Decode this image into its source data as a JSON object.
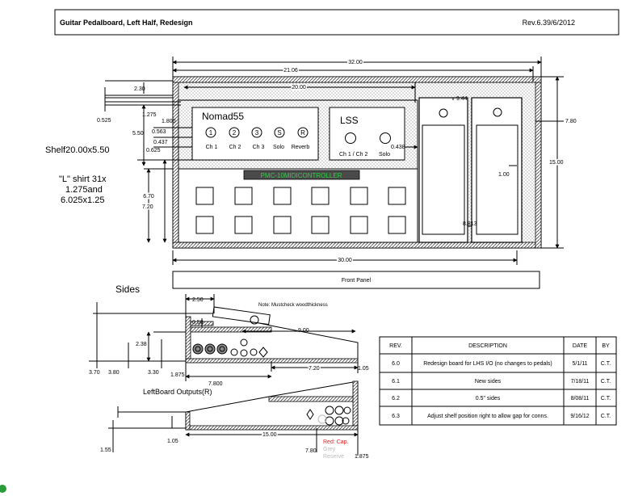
{
  "header": {
    "title": "Guitar Pedalboard, Left Half, Redesign",
    "revision": "Rev.6.39/6/2012"
  },
  "top_view": {
    "dims": {
      "overall_width": "32.00",
      "inner_width": "21.06",
      "shelf_width": "20.00",
      "top_offset": "2.30",
      "rail": "1.275",
      "left_a": "0.525",
      "left_b": "1.800",
      "left_c": "5.50",
      "left_d": "0.563",
      "left_e": "0.437",
      "left_f": "0.625",
      "lss_gap": "9.44",
      "lss_small": "0.438",
      "right_h": "7.80",
      "right_total": "15.00",
      "pedal_gap": "1.00",
      "pedal_width": "8.813",
      "lower_h1": "6.70",
      "lower_h2": "7.20",
      "bottom_width": "30.00"
    },
    "notes": {
      "shelf": "Shelf20.00x5.50",
      "lshirt_1": "\"L\" shirt 31x",
      "lshirt_2": "1.275and",
      "lshirt_3": "6.025x1.25"
    },
    "nomad": {
      "title": "Nomad55",
      "knobs": [
        {
          "symbol": "1",
          "label": "Ch 1"
        },
        {
          "symbol": "2",
          "label": "Ch 2"
        },
        {
          "symbol": "3",
          "label": "Ch 3"
        },
        {
          "symbol": "S",
          "label": "Solo"
        },
        {
          "symbol": "R",
          "label": "Reverb"
        }
      ]
    },
    "lss": {
      "title": "LSS",
      "label_a": "Ch 1 / Ch 2",
      "label_b": "Solo"
    },
    "controller": {
      "label": "PMC-10MIDICONTROLLER",
      "color": "#2ecc40"
    },
    "front_panel": "Front Panel"
  },
  "side_view": {
    "title": "Sides",
    "note": "Note: Mustcheck woodthickness",
    "dims": {
      "d_250": "2.50",
      "d_050": "0.50",
      "d_900": "9.00",
      "d_238": "2.38",
      "d_370": "3.70",
      "d_380": "3.80",
      "d_330": "3.30",
      "d_1875": "1.875",
      "d_720": "7.20",
      "d_105": "1.05",
      "d_7800": "7.800"
    }
  },
  "left_board": {
    "title": "LeftBoard Outputs(R)",
    "dims": {
      "d_1500": "15.00",
      "d_105": "1.05",
      "d_155": "1.55",
      "d_780": "7.80",
      "d_1875": "1.875"
    },
    "legend": [
      {
        "text": "Red: Cap.",
        "color": "#e02020"
      },
      {
        "text": "Grey",
        "color": "#bbbbbb"
      },
      {
        "text": "Reserve",
        "color": "#bbbbbb"
      }
    ]
  },
  "rev_table": {
    "headers": [
      "REV.",
      "DESCRIPTION",
      "DATE",
      "BY"
    ],
    "rows": [
      [
        "6.0",
        "Redesign board for LHS I/O (no changes to pedals)",
        "5/1/11",
        "C.T."
      ],
      [
        "6.1",
        "New sides",
        "7/18/11",
        "C.T."
      ],
      [
        "6.2",
        "0.5\" sides",
        "8/08/11",
        "C.T."
      ],
      [
        "6.3",
        "Adjust shelf position right to allow gap for conns.",
        "9/16/12",
        "C.T."
      ]
    ]
  }
}
